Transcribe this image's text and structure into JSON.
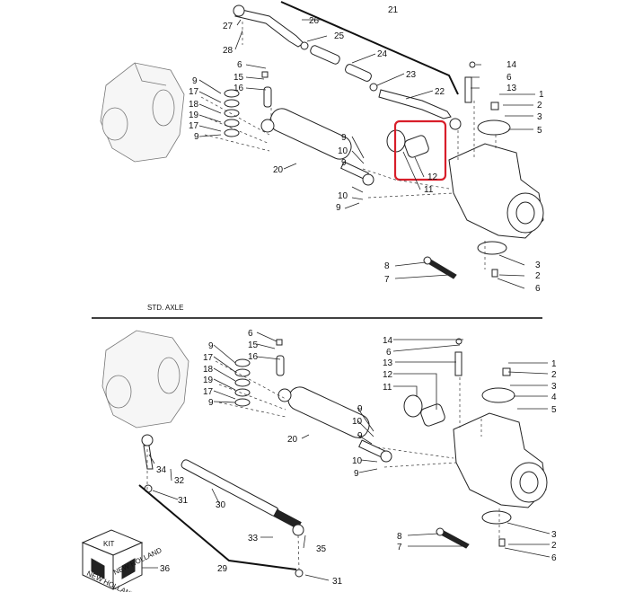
{
  "section_labels": {
    "std_axle": "STD. AXLE",
    "kit": "KIT"
  },
  "kit_brand_text": "NEW HOLLAND",
  "colors": {
    "highlight": "#d81e2a",
    "ink": "#222222",
    "background": "#ffffff"
  },
  "callouts": {
    "top": [
      "27",
      "28",
      "26",
      "25",
      "21",
      "24",
      "23",
      "22",
      "14",
      "6",
      "13",
      "1",
      "2",
      "3",
      "5",
      "6",
      "15",
      "16",
      "9",
      "17",
      "18",
      "19",
      "17",
      "9",
      "20",
      "9",
      "10",
      "9",
      "10",
      "9",
      "12",
      "11",
      "8",
      "7",
      "3",
      "2",
      "6"
    ],
    "bottom": [
      "6",
      "15",
      "16",
      "9",
      "17",
      "18",
      "19",
      "17",
      "9",
      "14",
      "6",
      "13",
      "12",
      "11",
      "1",
      "2",
      "3",
      "4",
      "5",
      "20",
      "9",
      "10",
      "9",
      "10",
      "9",
      "34",
      "32",
      "31",
      "30",
      "33",
      "35",
      "31",
      "29",
      "36",
      "8",
      "7",
      "3",
      "2",
      "6"
    ]
  }
}
